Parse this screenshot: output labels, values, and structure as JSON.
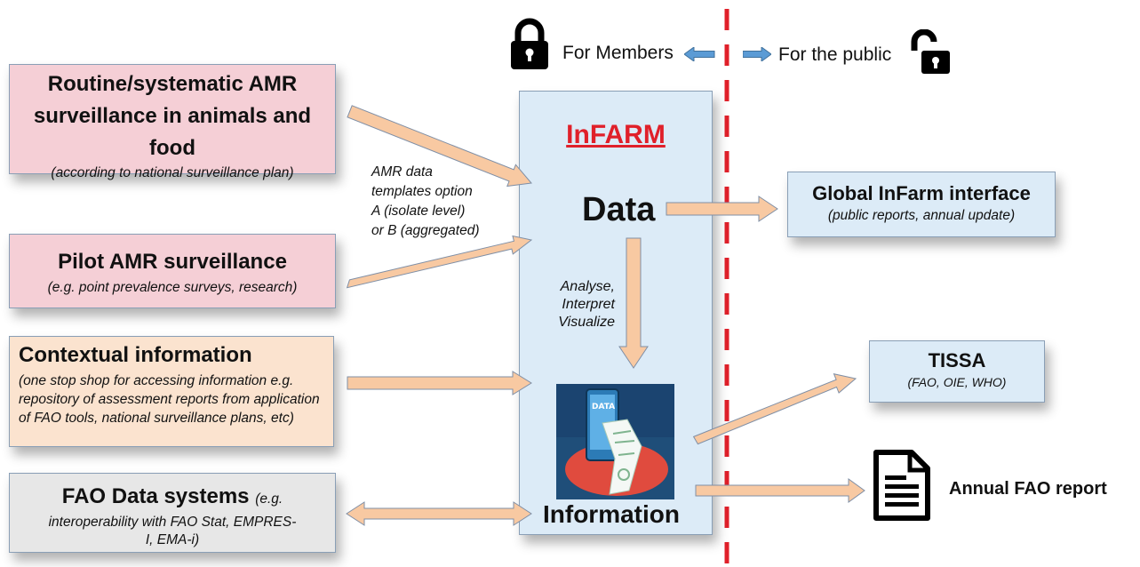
{
  "header": {
    "members_label": "For Members",
    "public_label": "For the public"
  },
  "sources": {
    "routine": {
      "title": "Routine/systematic AMR surveillance in animals and food",
      "subtitle": "(according to national surveillance plan)"
    },
    "pilot": {
      "title": "Pilot AMR surveillance",
      "subtitle": "(e.g. point prevalence surveys, research)"
    },
    "contextual": {
      "title": "Contextual information",
      "subtitle": "(one stop shop for accessing information e.g. repository of assessment reports from application of FAO tools, national surveillance plans, etc)"
    },
    "fao_systems": {
      "title": "FAO Data systems",
      "title_note": "(e.g.",
      "subtitle": "interoperability with FAO Stat, EMPRES-I, EMA-i)"
    }
  },
  "annotations": {
    "templates": [
      "AMR data",
      "templates option",
      "A (isolate level)",
      "or B (aggregated)"
    ],
    "analyse": [
      "Analyse,",
      "Interpret",
      "Visualize"
    ]
  },
  "infarm": {
    "title": "InFARM",
    "data_label": "Data",
    "information_label": "Information",
    "image_text": "DATA"
  },
  "outputs": {
    "global": {
      "title": "Global InFarm interface",
      "subtitle": "(public reports, annual update)"
    },
    "tissa": {
      "title": "TISSA",
      "subtitle": "(FAO, OIE, WHO)"
    },
    "annual_report": "Annual FAO report"
  },
  "colors": {
    "arrow": "#f8c9a2",
    "arrow_border": "#7f8fa6",
    "divider": "#e0202a",
    "infarm_title": "#e0202a",
    "small_arrow": "#5b9bd5"
  }
}
